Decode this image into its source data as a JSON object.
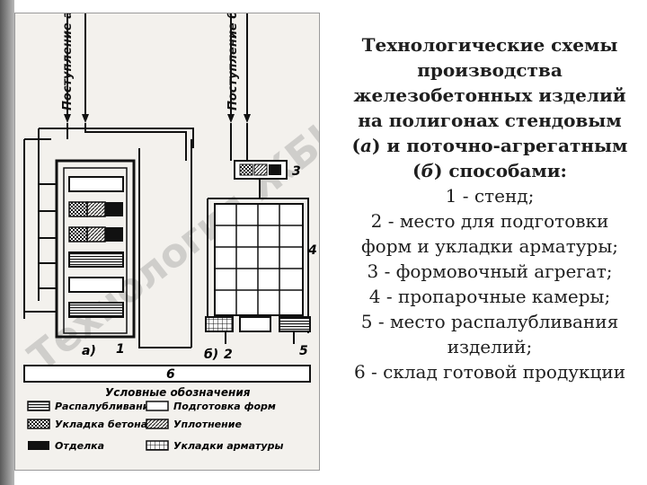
{
  "heading": {
    "line1": "Технологические схемы производства железобетонных изделий на полигонах стендовым (",
    "a": "а",
    "line2": ") и поточно-агрегатным (",
    "b": "б",
    "line3": ") способами:"
  },
  "items": [
    "1 - стенд;",
    "2 - место для подготовки форм и укладки арматуры;",
    "3 - формовочный агрегат;",
    "4 - пропарочные камеры;",
    "5 - место распалубливания изделий;",
    "6 - склад готовой продукции"
  ],
  "diagram": {
    "arrival_rebar": "Поступление арматуры",
    "arrival_concrete": "Поступление бетонной смеси",
    "label_a": "а)",
    "label_b": "б)",
    "num1": "1",
    "num2": "2",
    "num3": "3",
    "num4": "4",
    "num5": "5",
    "num6": "6",
    "legend_title": "Условные обозначения",
    "legend_stripping": "Распалубливание",
    "legend_form_prep": "Подготовка форм",
    "legend_concrete_laying": "Укладка бетона",
    "legend_compaction": "Уплотнение",
    "legend_finishing": "Отделка",
    "legend_rebar_laying": "Укладки арматуры",
    "watermark": "Технология ЖБИ"
  }
}
